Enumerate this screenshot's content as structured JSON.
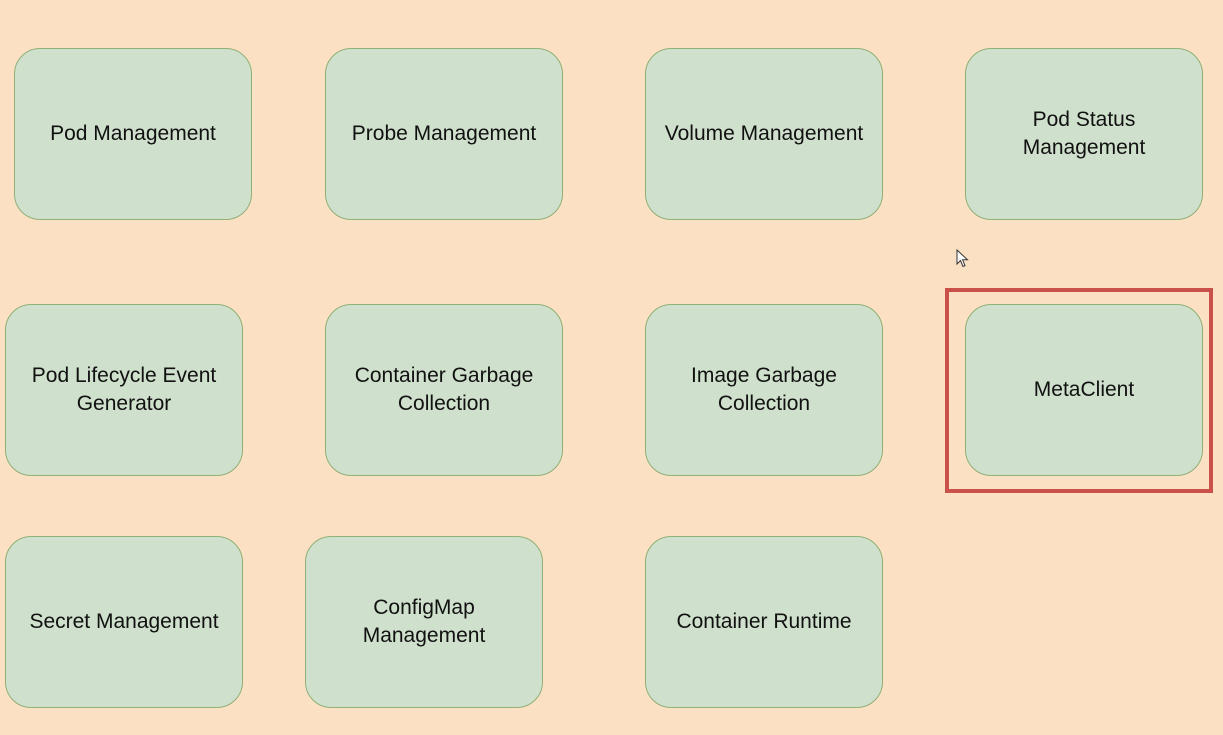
{
  "diagram": {
    "components": [
      {
        "id": "pod-management",
        "label": "Pod Management"
      },
      {
        "id": "probe-management",
        "label": "Probe Management"
      },
      {
        "id": "volume-management",
        "label": "Volume Management"
      },
      {
        "id": "pod-status-management",
        "label": "Pod Status Management"
      },
      {
        "id": "pleg",
        "label": "Pod Lifecycle Event Generator"
      },
      {
        "id": "container-gc",
        "label": "Container Garbage Collection"
      },
      {
        "id": "image-gc",
        "label": "Image Garbage Collection"
      },
      {
        "id": "metaclient",
        "label": "MetaClient",
        "highlighted": true
      },
      {
        "id": "secret-management",
        "label": "Secret Management"
      },
      {
        "id": "configmap-management",
        "label": "ConfigMap Management"
      },
      {
        "id": "container-runtime",
        "label": "Container Runtime"
      }
    ],
    "colors": {
      "background": "#fce0c4",
      "box_fill": "#cfe0cc",
      "box_border": "#8fb076",
      "highlight": "#c9514a"
    }
  }
}
